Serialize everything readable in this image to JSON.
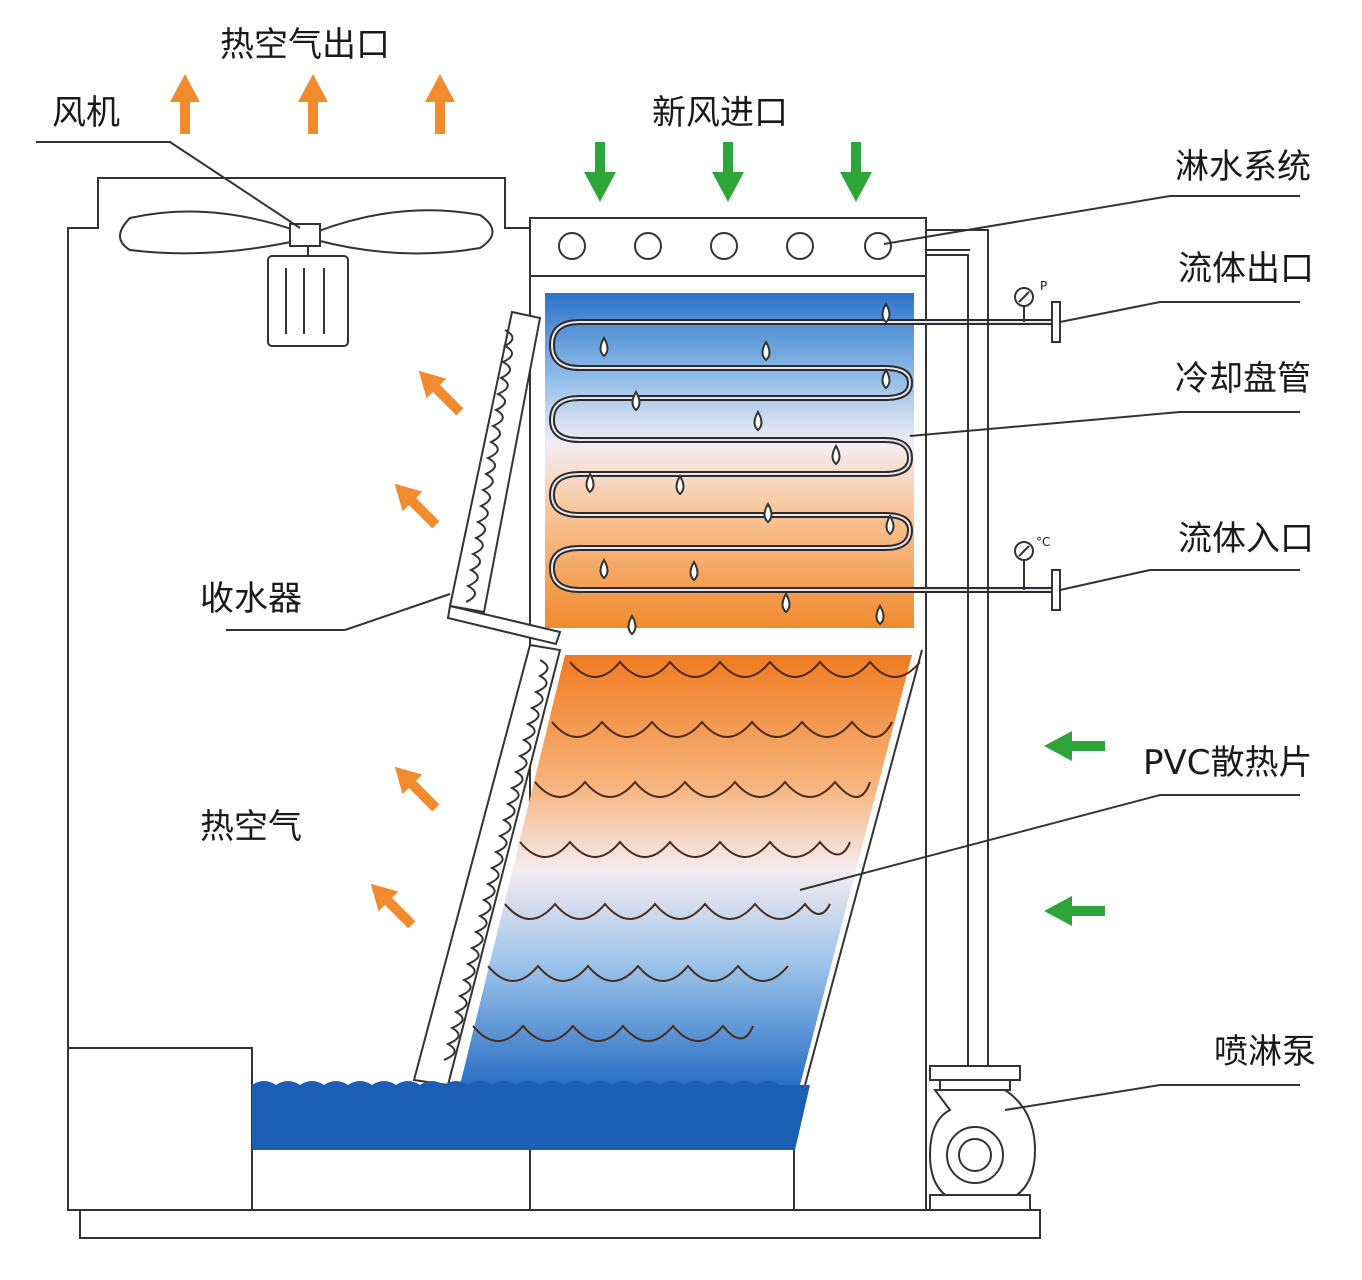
{
  "labels": {
    "hot_air_outlet": "热空气出口",
    "fan": "风机",
    "fresh_air_inlet": "新风进口",
    "spray_system": "淋水系统",
    "fluid_outlet": "流体出口",
    "cooling_coil": "冷却盘管",
    "fluid_inlet": "流体入口",
    "water_collector": "收水器",
    "pvc_fill": "PVC散热片",
    "hot_air": "热空气",
    "spray_pump": "喷淋泵",
    "pressure_gauge": "P",
    "temp_gauge": "°C"
  },
  "colors": {
    "hot_arrow": "#f28a2e",
    "cool_arrow": "#2ea53a",
    "water_blue": "#1a5fb4",
    "outline": "#333333"
  }
}
